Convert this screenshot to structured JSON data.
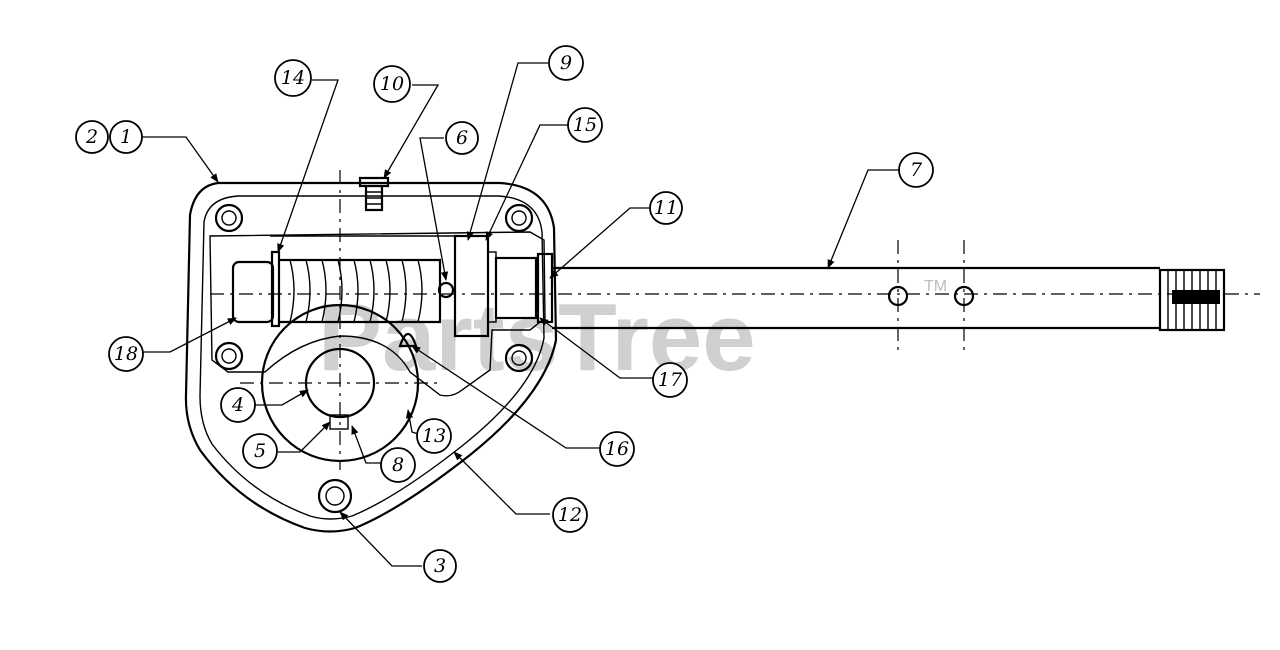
{
  "watermark": {
    "text": "PartsTree",
    "tm": "TM"
  },
  "callouts": {
    "c1": "1",
    "c2": "2",
    "c3": "3",
    "c4": "4",
    "c5": "5",
    "c6": "6",
    "c7": "7",
    "c8": "8",
    "c9": "9",
    "c10": "10",
    "c11": "11",
    "c12": "12",
    "c13": "13",
    "c14": "14",
    "c15": "15",
    "c16": "16",
    "c17": "17",
    "c18": "18"
  }
}
